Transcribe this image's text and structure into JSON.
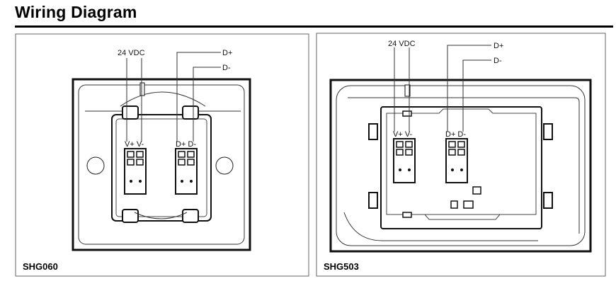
{
  "title": "Wiring Diagram",
  "panels": [
    {
      "model": "SHG060",
      "labels": {
        "power": "24 VDC",
        "data_pos": "D+",
        "data_neg": "D-",
        "term_power": "V+ V-",
        "term_data": "D+ D-"
      }
    },
    {
      "model": "SHG503",
      "labels": {
        "power": "24 VDC",
        "data_pos": "D+",
        "data_neg": "D-",
        "term_power": "V+ V-",
        "term_data": "D+ D-"
      }
    }
  ]
}
